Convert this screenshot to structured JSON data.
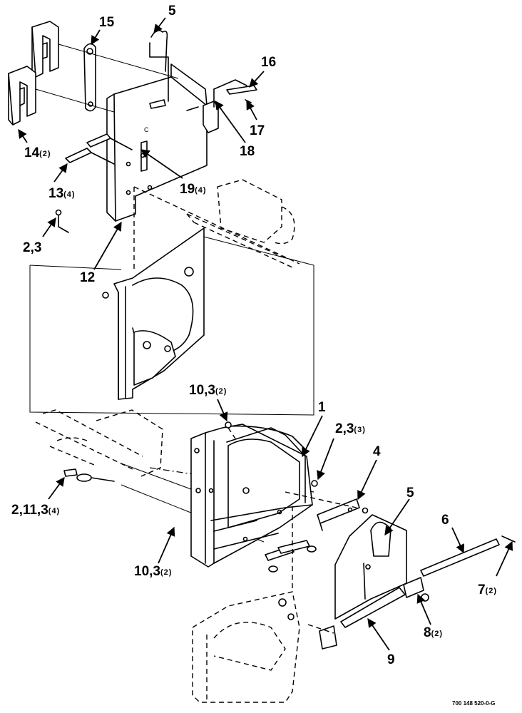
{
  "callouts": [
    {
      "id": "c5a",
      "num": "5",
      "qty": ""
    },
    {
      "id": "c15",
      "num": "15",
      "qty": ""
    },
    {
      "id": "c16",
      "num": "16",
      "qty": ""
    },
    {
      "id": "c17",
      "num": "17",
      "qty": ""
    },
    {
      "id": "c18",
      "num": "18",
      "qty": ""
    },
    {
      "id": "c14",
      "num": "14",
      "qty": "(2)"
    },
    {
      "id": "c13",
      "num": "13",
      "qty": "(4)"
    },
    {
      "id": "c19",
      "num": "19",
      "qty": "(4)"
    },
    {
      "id": "c23a",
      "num": "2,3",
      "qty": ""
    },
    {
      "id": "c12",
      "num": "12",
      "qty": ""
    },
    {
      "id": "c103a",
      "num": "10,3",
      "qty": "(2)"
    },
    {
      "id": "c1",
      "num": "1",
      "qty": ""
    },
    {
      "id": "c23b",
      "num": "2,3",
      "qty": "(3)"
    },
    {
      "id": "c4",
      "num": "4",
      "qty": ""
    },
    {
      "id": "c2113",
      "num": "2,11,3",
      "qty": "(4)"
    },
    {
      "id": "c5b",
      "num": "5",
      "qty": ""
    },
    {
      "id": "c6",
      "num": "6",
      "qty": ""
    },
    {
      "id": "c103b",
      "num": "10,3",
      "qty": "(2)"
    },
    {
      "id": "c7",
      "num": "7",
      "qty": "(2)"
    },
    {
      "id": "c8",
      "num": "8",
      "qty": "(2)"
    },
    {
      "id": "c9",
      "num": "9",
      "qty": ""
    }
  ],
  "figure_code": "700 148 520-0-G"
}
